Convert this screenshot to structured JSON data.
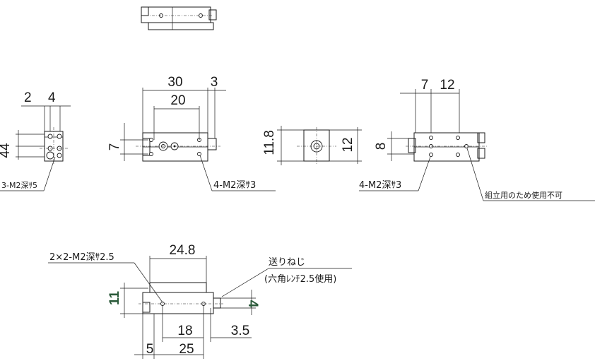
{
  "dimensions": {
    "left_2": "2",
    "left_4": "4",
    "left_44": "44",
    "front_30": "30",
    "front_3": "3",
    "front_20": "20",
    "front_7": "7",
    "mid_11_8": "11.8",
    "mid_12": "12",
    "right_7": "7",
    "right_12": "12",
    "right_8": "8",
    "bottom_24_8": "24.8",
    "bottom_11": "11",
    "bottom_4": "4",
    "bottom_18": "18",
    "bottom_3_5": "3.5",
    "bottom_5": "5",
    "bottom_25": "25"
  },
  "notes": {
    "left_holes": "3-M2深ｻ5",
    "front_holes": "4-M2深ｻ3",
    "right_holes": "4-M2深ｻ3",
    "assembly_note": "組立用のため使用不可",
    "bottom_holes": "2×2-M2深ｻ2.5",
    "feed_screw": "送りねじ",
    "feed_screw_detail": "(六角ﾚﾝﾁ2.5使用)"
  }
}
